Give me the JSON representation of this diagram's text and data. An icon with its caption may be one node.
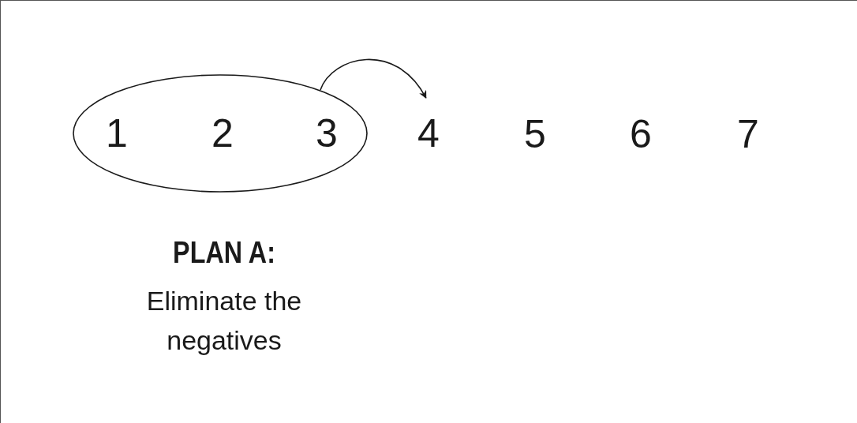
{
  "diagram": {
    "nodes": [
      {
        "text": [
          "1",
          "2",
          "3"
        ]
      },
      {
        "text": [
          "4"
        ]
      }
    ],
    "edges": [
      {
        "from": 0,
        "to": 1,
        "arrow": "to"
      }
    ],
    "labels": [
      "5",
      "6",
      "7",
      "PLAN A:",
      "Eliminate the negatives"
    ]
  }
}
